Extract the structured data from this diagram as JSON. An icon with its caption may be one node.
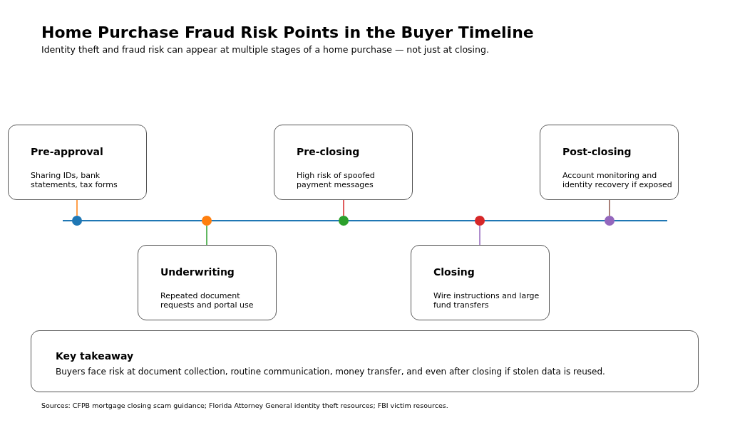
{
  "diagram": {
    "title": "Home Purchase Fraud Risk Points in the Buyer Timeline",
    "nodes": [
      {
        "text": [
          "Pre-approval",
          "Sharing IDs, bank statements, tax forms"
        ]
      },
      {
        "text": [
          "Underwriting",
          "Repeated document requests and portal use"
        ]
      },
      {
        "text": [
          "Pre-closing",
          "High risk of spoofed payment messages"
        ]
      },
      {
        "text": [
          "Closing",
          "Wire instructions and large fund transfers"
        ]
      },
      {
        "text": [
          "Post-closing",
          "Account monitoring and identity recovery if exposed"
        ]
      },
      {
        "text": [],
        "shape": "circle"
      },
      {
        "text": [],
        "shape": "circle"
      },
      {
        "text": [],
        "shape": "circle"
      },
      {
        "text": [],
        "shape": "circle"
      },
      {
        "text": [],
        "shape": "circle"
      },
      {
        "text": [
          "Key takeaway",
          "Buyers face risk at document collection, routine communication, money transfer, and even after closing if stolen data is reused."
        ]
      }
    ],
    "edges": [
      {
        "from": 5,
        "to": 0,
        "arrow": "none",
        "color": "#ff7f0e"
      },
      {
        "from": 6,
        "to": 1,
        "arrow": "none",
        "color": "#2ca02c"
      },
      {
        "from": 7,
        "to": 2,
        "arrow": "none",
        "color": "#d62728"
      },
      {
        "from": 8,
        "to": 3,
        "arrow": "none",
        "color": "#9467bd"
      },
      {
        "from": 9,
        "to": 4,
        "arrow": "none",
        "color": "#8c564b"
      }
    ],
    "labels": [
      "Identity theft and fraud risk can appear at multiple stages of a home purchase — not just at closing.",
      "Sources: CFPB mortgage closing scam guidance; Florida Attorney General identity theft resources; FBI victim resources."
    ]
  }
}
